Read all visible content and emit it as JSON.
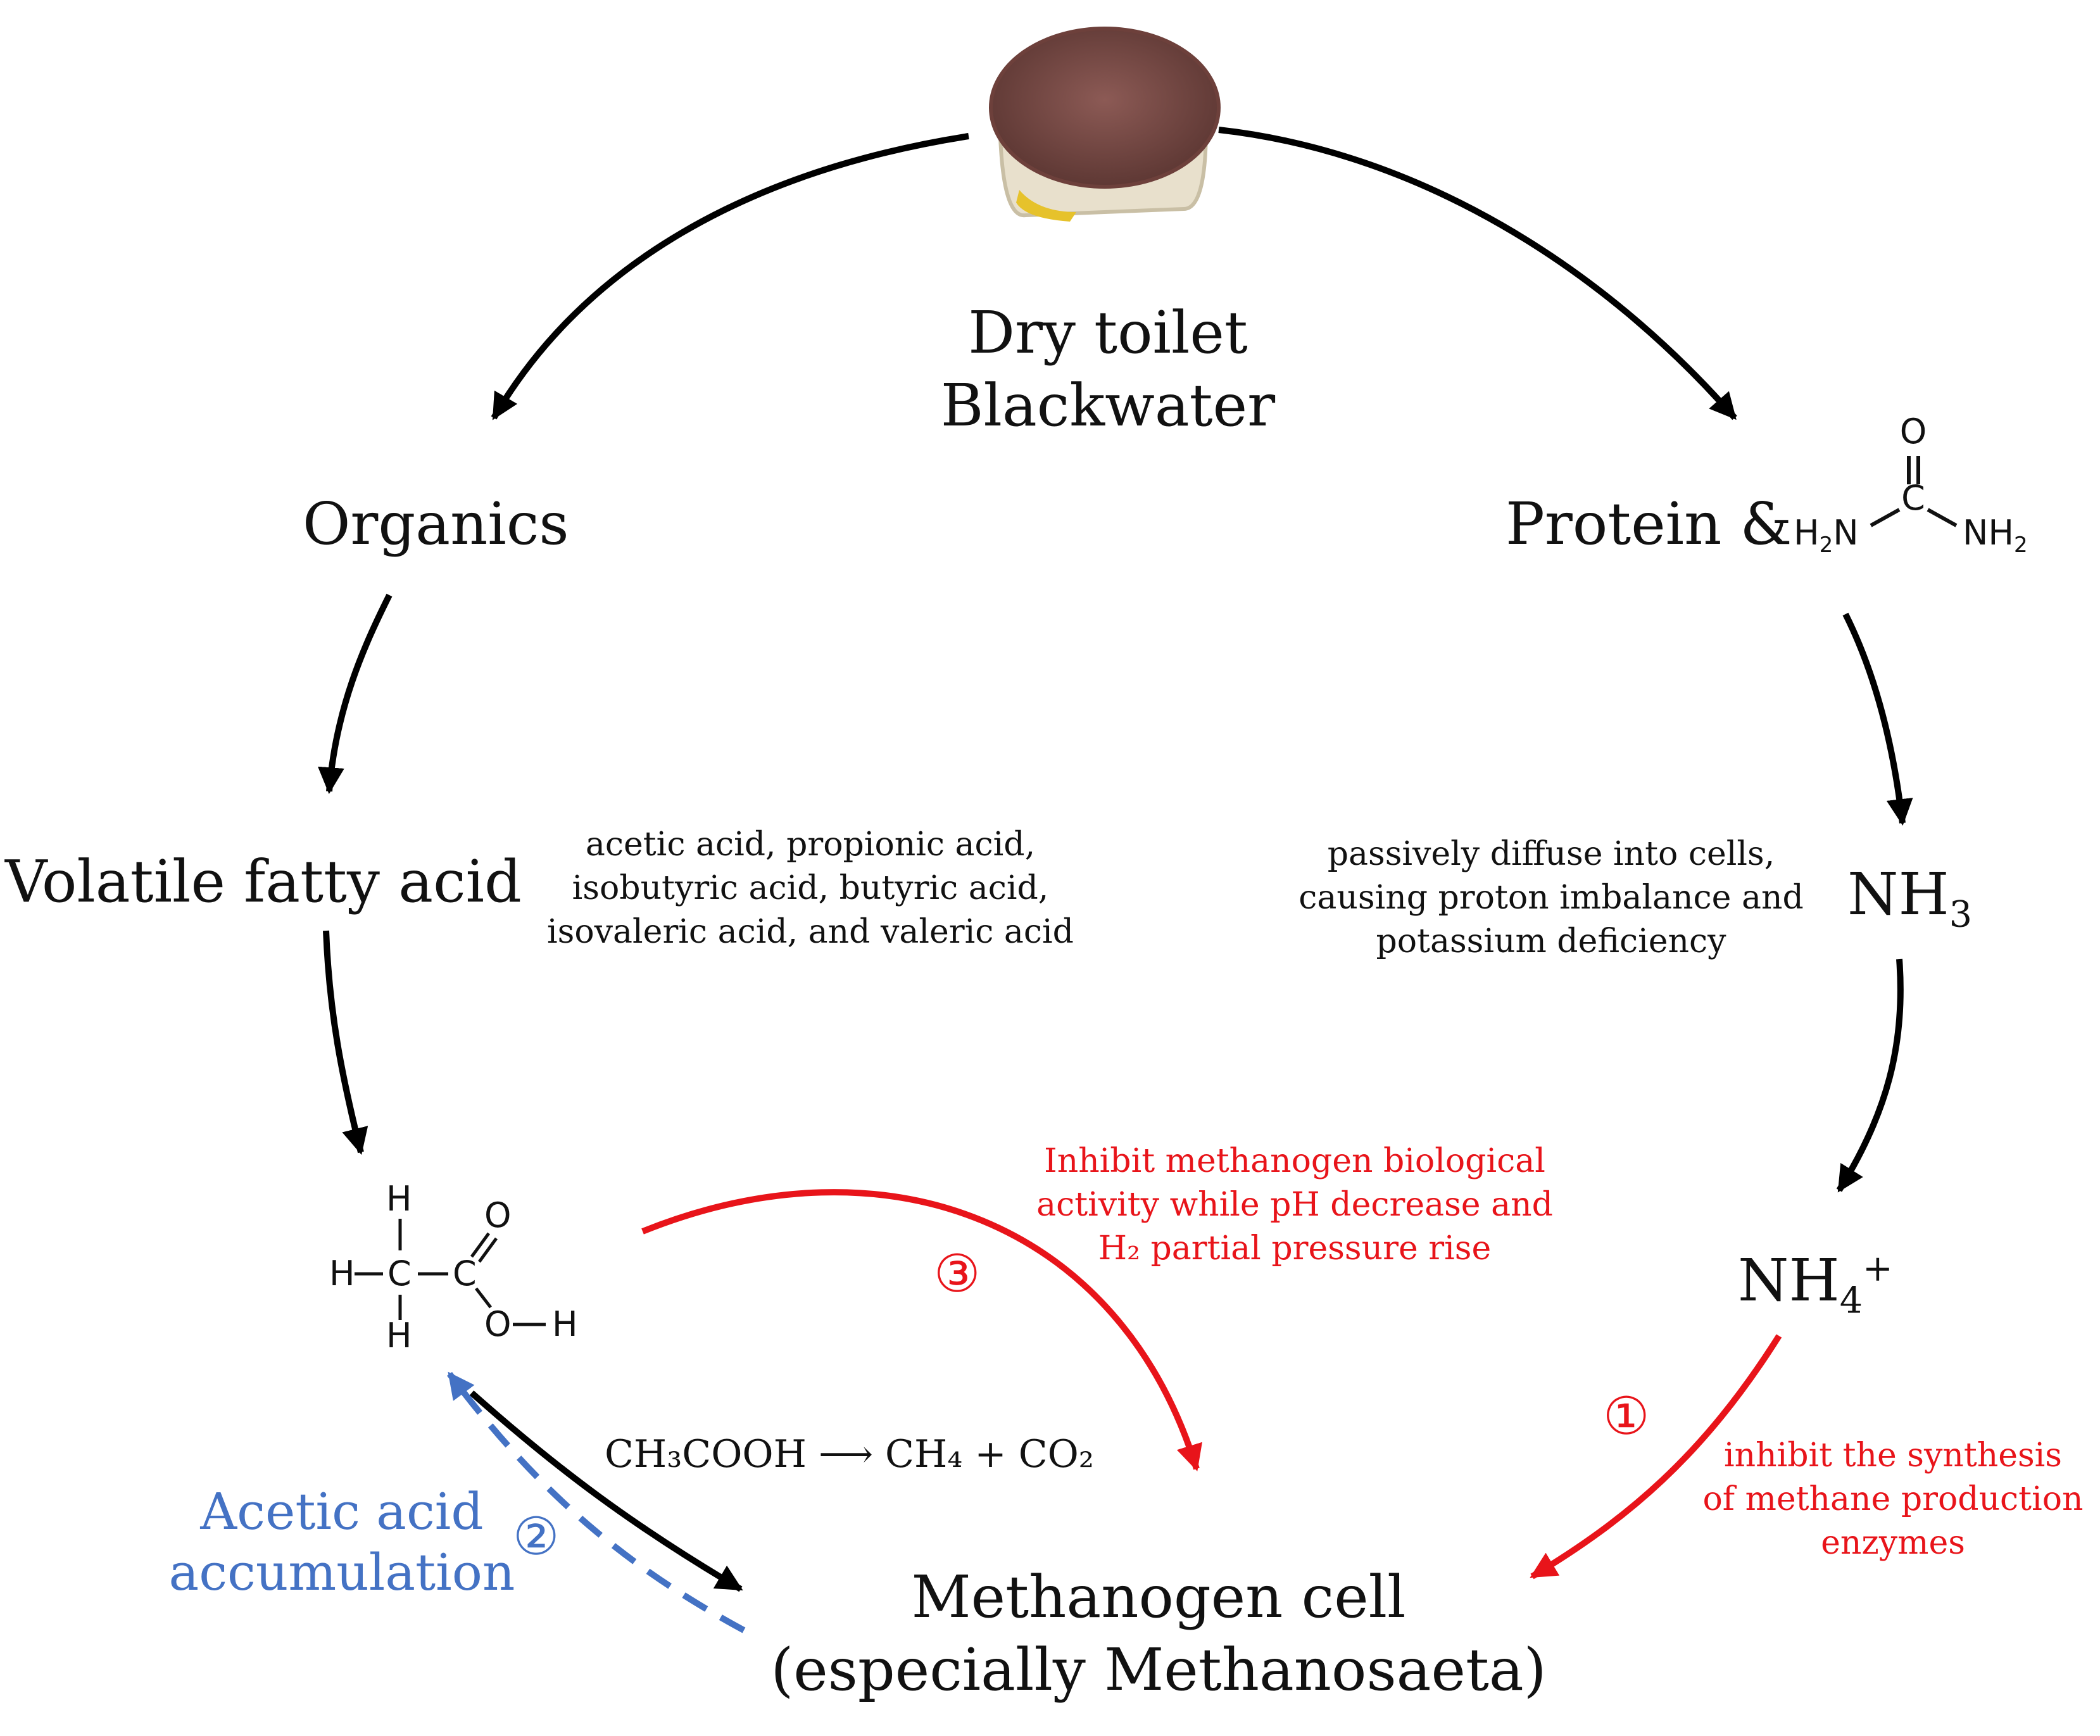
{
  "title_line1": "Dry toilet",
  "title_line2": "Blackwater",
  "organics": "Organics",
  "protein_prefix": "Protein &",
  "urea": {
    "o": "O",
    "c": "C",
    "left": "H",
    "left_sub": "2",
    "left_n": "N",
    "right": "NH",
    "right_sub": "2"
  },
  "vfa": "Volatile fatty acid",
  "vfa_list": [
    "acetic acid, propionic acid,",
    "isobutyric acid, butyric acid,",
    "isovaleric acid, and valeric acid"
  ],
  "nh3": {
    "base": "NH",
    "sub": "3"
  },
  "nh3_note": [
    "passively diffuse into cells,",
    "causing proton imbalance and",
    "potassium deficiency"
  ],
  "nh4": {
    "base": "NH",
    "sub": "4",
    "sup": "+"
  },
  "acetic_struct": {
    "h": "H",
    "c": "C",
    "o": "O",
    "oh": "O",
    "h2": "H"
  },
  "reaction": "CH₃COOH ⟶ CH₄ + CO₂",
  "inhibit_ph": [
    "Inhibit methanogen biological",
    "activity while pH decrease and",
    "H₂ partial pressure rise"
  ],
  "inhibit_synthesis": [
    "inhibit the synthesis",
    "of methane production",
    "enzymes"
  ],
  "accumulation": [
    "Acetic acid",
    "accumulation"
  ],
  "markers": {
    "one": "①",
    "two": "②",
    "three": "③"
  },
  "methanogen": [
    "Methanogen cell",
    "(especially Methanosaeta)"
  ],
  "colors": {
    "black": "#000000",
    "red": "#e8141a",
    "blue": "#4472c4",
    "soil": "#7a4a46"
  }
}
